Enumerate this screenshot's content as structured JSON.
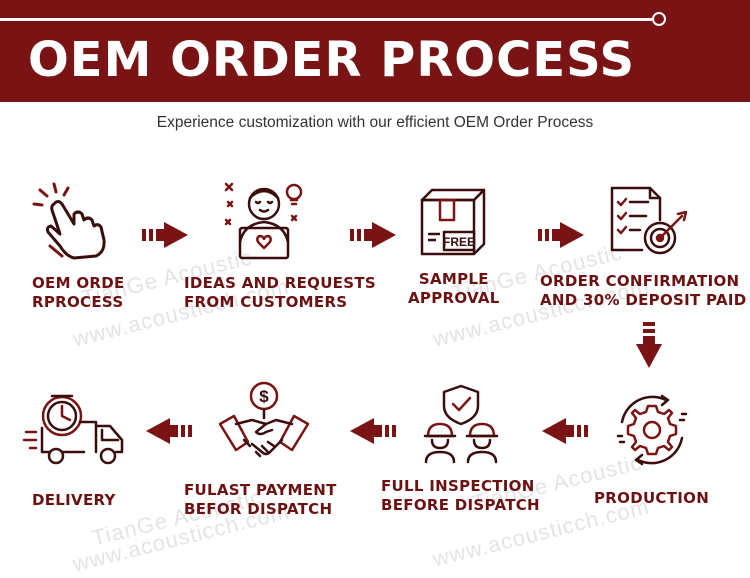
{
  "header": {
    "title": "OEM ORDER PROCESS",
    "subtitle": "Experience customization with our efficient OEM Order Process"
  },
  "colors": {
    "brand": "#7a1414",
    "icon_stroke": "#3a0d0d",
    "label": "#6b1111"
  },
  "steps": [
    {
      "icon": "tap-hand-icon",
      "line1": "OEM ORDE",
      "line2": "RPROCESS"
    },
    {
      "icon": "designer-idea-icon",
      "line1": "IDEAS AND REQUESTS",
      "line2": "FROM CUSTOMERS"
    },
    {
      "icon": "free-sample-box-icon",
      "line1": "SAMPLE",
      "line2": "APPROVAL",
      "box_text": "FREE"
    },
    {
      "icon": "checklist-target-icon",
      "line1": "ORDER CONFIRMATION",
      "line2": "AND 30% DEPOSIT PAID"
    },
    {
      "icon": "gear-cycle-icon",
      "line1": "PRODUCTION",
      "line2": ""
    },
    {
      "icon": "inspection-workers-icon",
      "line1": "FULL INSPECTION",
      "line2": "BEFORE DISPATCH"
    },
    {
      "icon": "handshake-dollar-icon",
      "line1": "FULAST PAYMENT",
      "line2": "BEFOR DISPATCH",
      "coin_text": "$"
    },
    {
      "icon": "delivery-truck-icon",
      "line1": "DELIVERY",
      "line2": ""
    }
  ],
  "watermarks": [
    "TianGe Acoustic",
    "www.acousticch.com",
    "TianGe Acoustic",
    "www.acousticch.com",
    "TianGe Acoustic",
    "www.acousticch.com",
    "TianGe Acoustic",
    "www.acousticch.com"
  ]
}
